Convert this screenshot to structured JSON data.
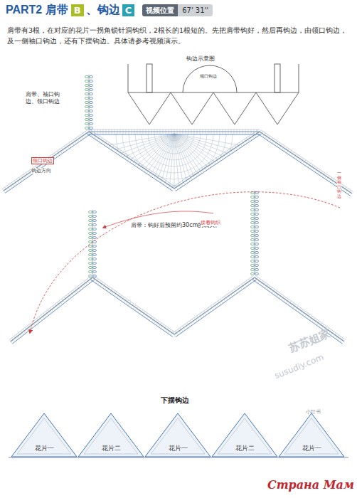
{
  "diagram": {
    "title": "PART2 肩带",
    "nodes": [
      {
        "text": [
          "B"
        ]
      },
      {
        "text": [
          "C"
        ]
      },
      {
        "text": [
          "视频位置",
          "67' 31''"
        ]
      },
      {
        "text": [
          "花片一"
        ]
      },
      {
        "text": [
          "花片二"
        ]
      },
      {
        "text": [
          "花片一"
        ]
      },
      {
        "text": [
          "花片二"
        ]
      },
      {
        "text": [
          "花片一"
        ]
      }
    ],
    "labels": [
      "、钩边",
      "肩带有3根，在对应的花片一拐角锁针洞钩织，2根长的1根短的。先把肩带钩好，然后再钩边，由领口钩边，及一侧袖口钩边，还有下摆钩边。具体请参考视频演示。",
      "钩边示意图",
      "领口钩边",
      "肩带、袖口钩边、领口钩边",
      "领口钩边",
      "钩边方向",
      "一侧袖口钩边",
      "肩带：钩好后预留约30cm的线头。",
      "接着钩织",
      "下摆钩边",
      "susudiy.com",
      "苏苏姐家",
      "小红书",
      "Страна Мам"
    ]
  }
}
